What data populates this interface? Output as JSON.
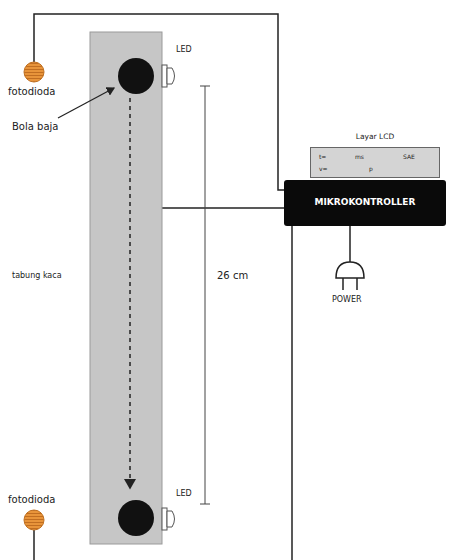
{
  "diagram": {
    "nodes": [
      {
        "text": [
          "Layar LCD",
          "t=",
          "ms",
          "SAE",
          "v=",
          "p"
        ]
      },
      {
        "text": [
          "MIKROKONTROLLER"
        ]
      }
    ],
    "labels": [
      "fotodioda",
      "Bola baja",
      "LED",
      "LED",
      "tabung kaca",
      "26 cm",
      "POWER",
      "fotodioda"
    ]
  }
}
